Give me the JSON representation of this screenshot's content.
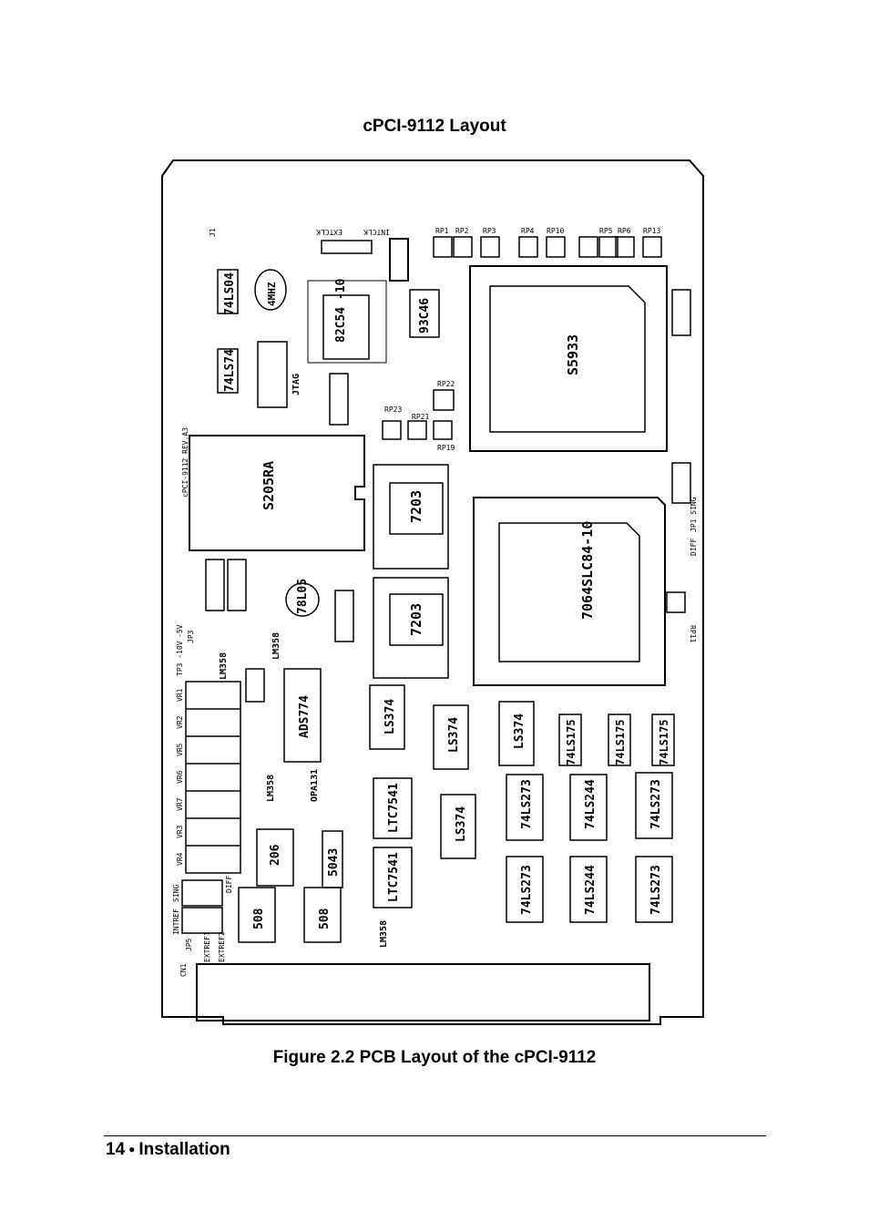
{
  "heading": "cPCI-9112 Layout",
  "caption": "Figure 2.2 PCB Layout of the cPCI-9112",
  "footer": {
    "page_number": "14",
    "section": "Installation"
  },
  "board": {
    "chips": [
      "74LS04",
      "74LS74",
      "82C54 -10",
      "93C46",
      "S5933",
      "S205RA",
      "7203",
      "7203",
      "7064SLC84-10",
      "LS374",
      "LS374",
      "LS374",
      "LS374",
      "74LS175",
      "74LS175",
      "74LS175",
      "74LS273",
      "74LS244",
      "74LS273",
      "74LS273",
      "74LS244",
      "74LS273",
      "LTC7541",
      "LTC7541",
      "ADS774",
      "206",
      "5043",
      "508",
      "508",
      "78L05",
      "4MHZ",
      "JTAG",
      "LM358",
      "LM358",
      "LM358",
      "LM358",
      "OPA131"
    ],
    "labels": {
      "board_rev": "cPCI-9112 REV.A3",
      "connectors": [
        "EXTCLK",
        "INTCLK",
        "J1",
        "CN1"
      ],
      "resistor_packs": [
        "RP1",
        "RP2",
        "RP3",
        "RP4",
        "RP10",
        "RP5",
        "RP6",
        "RP13",
        "RP22",
        "RP23",
        "RP21",
        "RP19",
        "RP11"
      ],
      "vr": [
        "VR1",
        "VR2",
        "VR5",
        "VR6",
        "VR7",
        "VR3",
        "VR4"
      ],
      "jumpers": [
        "TP3 -10V",
        "-5V",
        "JP3",
        "JP1 SING",
        "DIFF",
        "INTREF",
        "SING",
        "DIFF",
        "EXTREF1",
        "EXTREF2",
        "JP5"
      ]
    }
  }
}
